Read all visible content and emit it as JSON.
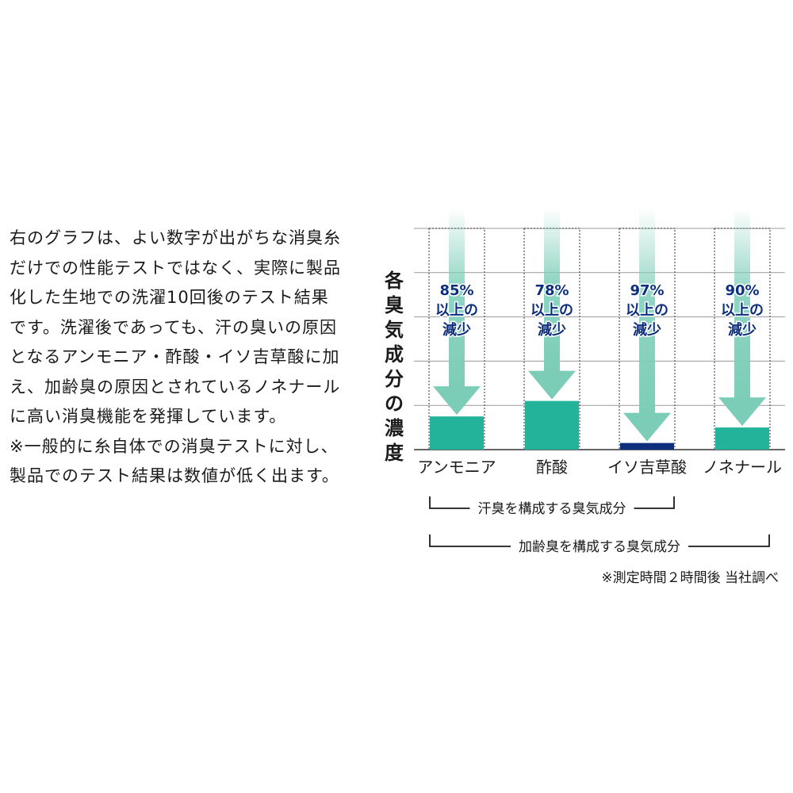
{
  "description": [
    "右のグラフは、よい数字が出がちな消臭糸だけでの性能テストではなく、実際に製品化した生地での洗濯10回後のテスト結果です。洗濯後であっても、汗の臭いの原因となるアンモニア・酢酸・イソ吉草酸に加え、加齢臭の原因とされているノネナールに高い消臭機能を発揮しています。",
    "※一般的に糸自体での消臭テストに対し、製品でのテスト結果は数値が低く出ます。"
  ],
  "colors": {
    "bar": "#22b39a",
    "bar_low": "#0d2f7e",
    "arrow": "#7ccdb8",
    "text_accent": "#0d2f7e",
    "grid": "#9a9a9a"
  },
  "chart_data": {
    "type": "bar",
    "ylabel": "各臭気成分の濃度",
    "categories": [
      "アンモニア",
      "酢酸",
      "イソ吉草酸",
      "ノネナール"
    ],
    "values_after_pct": [
      15,
      22,
      3,
      10
    ],
    "reduction_labels": [
      [
        "85%",
        "以上の",
        "減少"
      ],
      [
        "78%",
        "以上の",
        "減少"
      ],
      [
        "97%",
        "以上の",
        "減少"
      ],
      [
        "90%",
        "以上の",
        "減少"
      ]
    ],
    "ylim": [
      0,
      100
    ],
    "grid": true,
    "groups": [
      {
        "label": "汗臭を構成する臭気成分",
        "from": 0,
        "to": 2
      },
      {
        "label": "加齢臭を構成する臭気成分",
        "from": 0,
        "to": 3
      }
    ]
  },
  "note": "※測定時間２時間後 当社調べ"
}
